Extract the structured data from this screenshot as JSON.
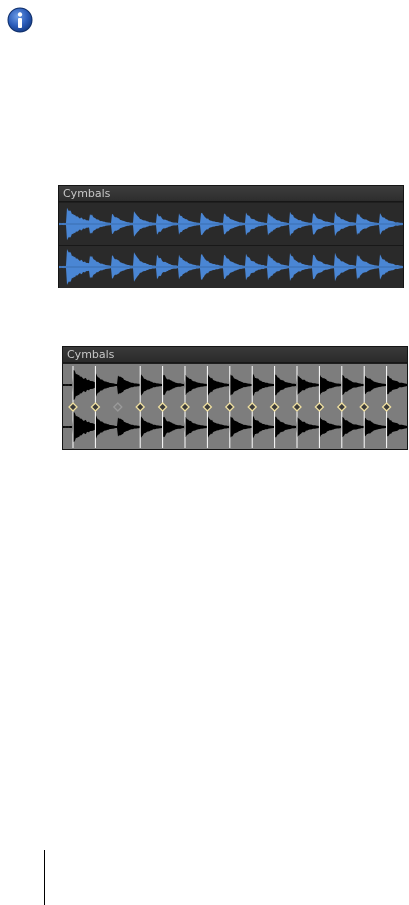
{
  "info_icon": {
    "icon": "info-icon",
    "color": "#1f4fa8"
  },
  "clip_before": {
    "title": "Cymbals",
    "waveform_color": "#4a86d4",
    "transients": 15
  },
  "clip_after": {
    "title": "Cymbals",
    "waveform_color": "#000000",
    "marker_color": "#f0e0a0",
    "transients": 15
  }
}
